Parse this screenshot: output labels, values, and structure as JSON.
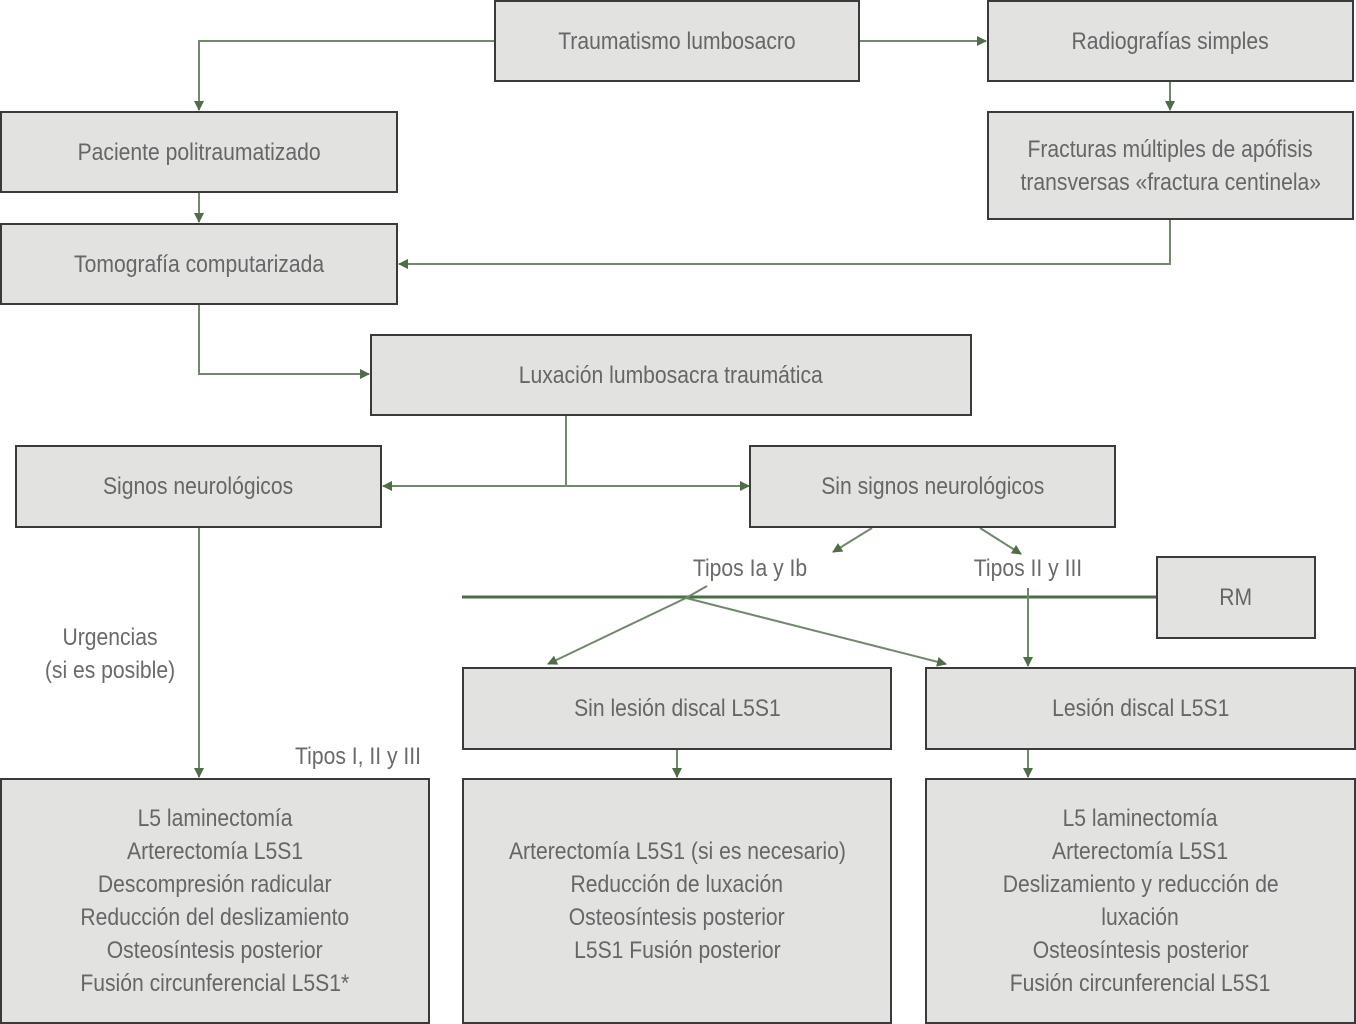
{
  "colors": {
    "box_fill": "#e2e3e1",
    "box_border": "#3a3a3a",
    "text": "#666666",
    "connector": "#4e6e48"
  },
  "nodes": {
    "trauma": "Traumatismo lumbosacro",
    "radiografias": "Radiografías simples",
    "politrauma": "Paciente politraumatizado",
    "fracturas": [
      "Fracturas múltiples de apófisis",
      "transversas «fractura centinela»"
    ],
    "tomografia": "Tomografía computarizada",
    "luxacion": "Luxación lumbosacra traumática",
    "signos": "Signos neurológicos",
    "sin_signos": "Sin signos neurológicos",
    "rm": "RM",
    "sin_lesion": "Sin lesión discal L5S1",
    "lesion": "Lesión discal L5S1",
    "treat_left": [
      "L5 laminectomía",
      "Arterectomía L5S1",
      "Descompresión radicular",
      "Reducción del deslizamiento",
      "Osteosíntesis posterior",
      "Fusión circunferencial L5S1*"
    ],
    "treat_mid": [
      "Arterectomía L5S1 (si es necesario)",
      "Reducción de luxación",
      "Osteosíntesis posterior",
      "L5S1 Fusión posterior"
    ],
    "treat_right": [
      "L5 laminectomía",
      "Arterectomía L5S1",
      "Deslizamiento y reducción de",
      "luxación",
      "Osteosíntesis posterior",
      "Fusión circunferencial L5S1"
    ]
  },
  "labels": {
    "tipos_ia_ib": "Tipos Ia y Ib",
    "tipos_ii_iii": "Tipos II y III",
    "urgencias": [
      "Urgencias",
      "(si es posible)"
    ],
    "tipos_i_ii_iii": "Tipos I, II y III"
  }
}
